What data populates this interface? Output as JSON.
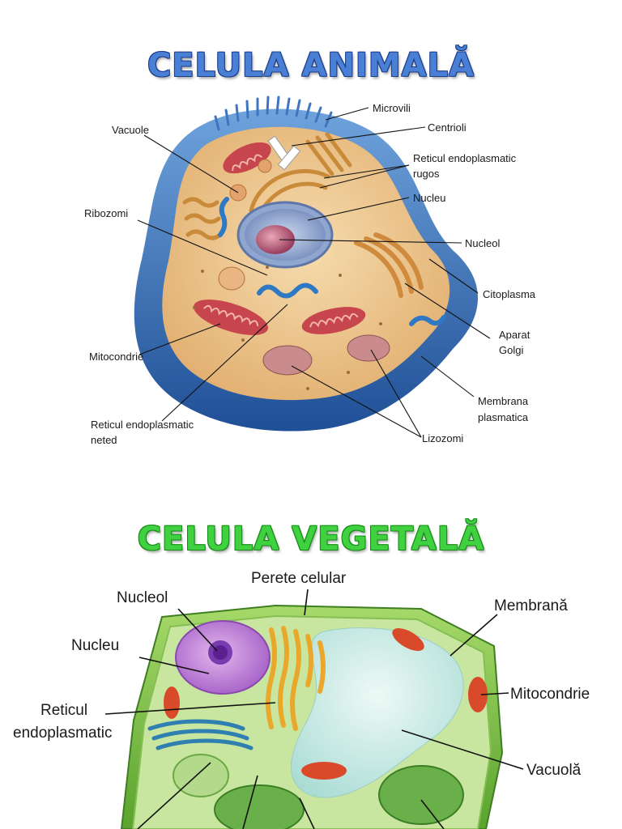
{
  "animal": {
    "title": "CELULA ANIMALĂ",
    "labels": {
      "microvili": "Microvili",
      "centrioli": "Centrioli",
      "vacuole": "Vacuole",
      "reticul_rugos_1": "Reticul endoplasmatic",
      "reticul_rugos_2": "rugos",
      "ribozomi": "Ribozomi",
      "nucleu": "Nucleu",
      "nucleol": "Nucleol",
      "citoplasma": "Citoplasma",
      "aparat_1": "Aparat",
      "aparat_2": "Golgi",
      "mitocondrie": "Mitocondrie",
      "membrana_1": "Membrana",
      "membrana_2": "plasmatica",
      "reticul_neted_1": "Reticul endoplasmatic",
      "reticul_neted_2": "neted",
      "lizozomi": "Lizozomi"
    }
  },
  "plant": {
    "title": "CELULA VEGETALĂ",
    "labels": {
      "perete": "Perete celular",
      "nucleol": "Nucleol",
      "membrana": "Membrană",
      "nucleu": "Nucleu",
      "mitocondrie": "Mitocondrie",
      "reticul_1": "Reticul",
      "reticul_2": "endoplasmatic",
      "vacuola": "Vacuolă"
    }
  }
}
